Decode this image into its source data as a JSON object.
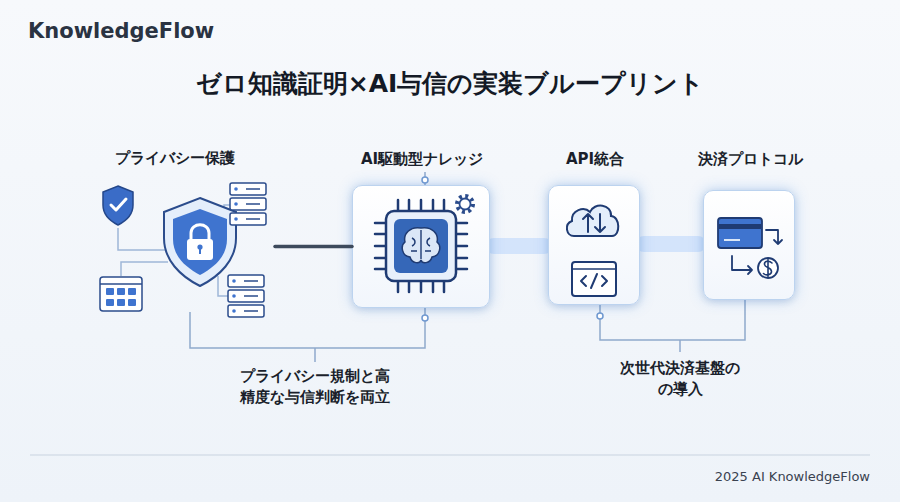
{
  "diagram": {
    "title": "ゼロ知識証明×AI与信の実装ブループリント",
    "nodes": [
      {
        "text": [
          "プライバシー保護"
        ]
      },
      {
        "text": [
          "AI駆動型ナレッジ"
        ]
      },
      {
        "text": [
          "API統合"
        ]
      },
      {
        "text": [
          "決済プロトコル"
        ]
      }
    ],
    "edges": [
      {
        "from": 0,
        "to": 1,
        "arrow": "none"
      },
      {
        "from": 1,
        "to": 2,
        "arrow": "none"
      },
      {
        "from": 2,
        "to": 3,
        "arrow": "none"
      }
    ],
    "labels": [
      "KnowledgeFlow",
      "プライバシー規制と高 精度な与信判断を両立",
      "次世代決済基盤の の導入",
      "2025 AI KnowledgeFlow"
    ]
  }
}
